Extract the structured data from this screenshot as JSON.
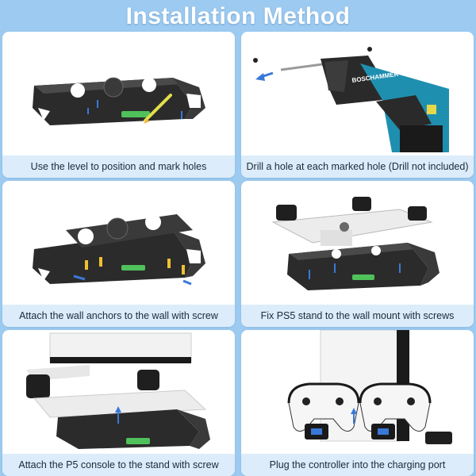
{
  "title": "Installation Method",
  "steps": [
    {
      "caption": "Use the level to position and mark holes"
    },
    {
      "caption": "Drill a hole at each marked hole (Drill not included)",
      "drill_brand": "BOSCHAMMER"
    },
    {
      "caption": "Attach the wall anchors to the wall with screw"
    },
    {
      "caption": "Fix PS5 stand to the wall mount with screws"
    },
    {
      "caption": "Attach the P5 console to the stand with screw"
    },
    {
      "caption": "Plug the controller into the charging port"
    }
  ],
  "colors": {
    "background": "#9ccaf0",
    "caption_bg": "#dcecfa",
    "bracket": "#2a2a2a",
    "accent_arrow": "#3a78d8",
    "level_green": "#4fc05a",
    "drill_teal": "#1f8fb0"
  }
}
